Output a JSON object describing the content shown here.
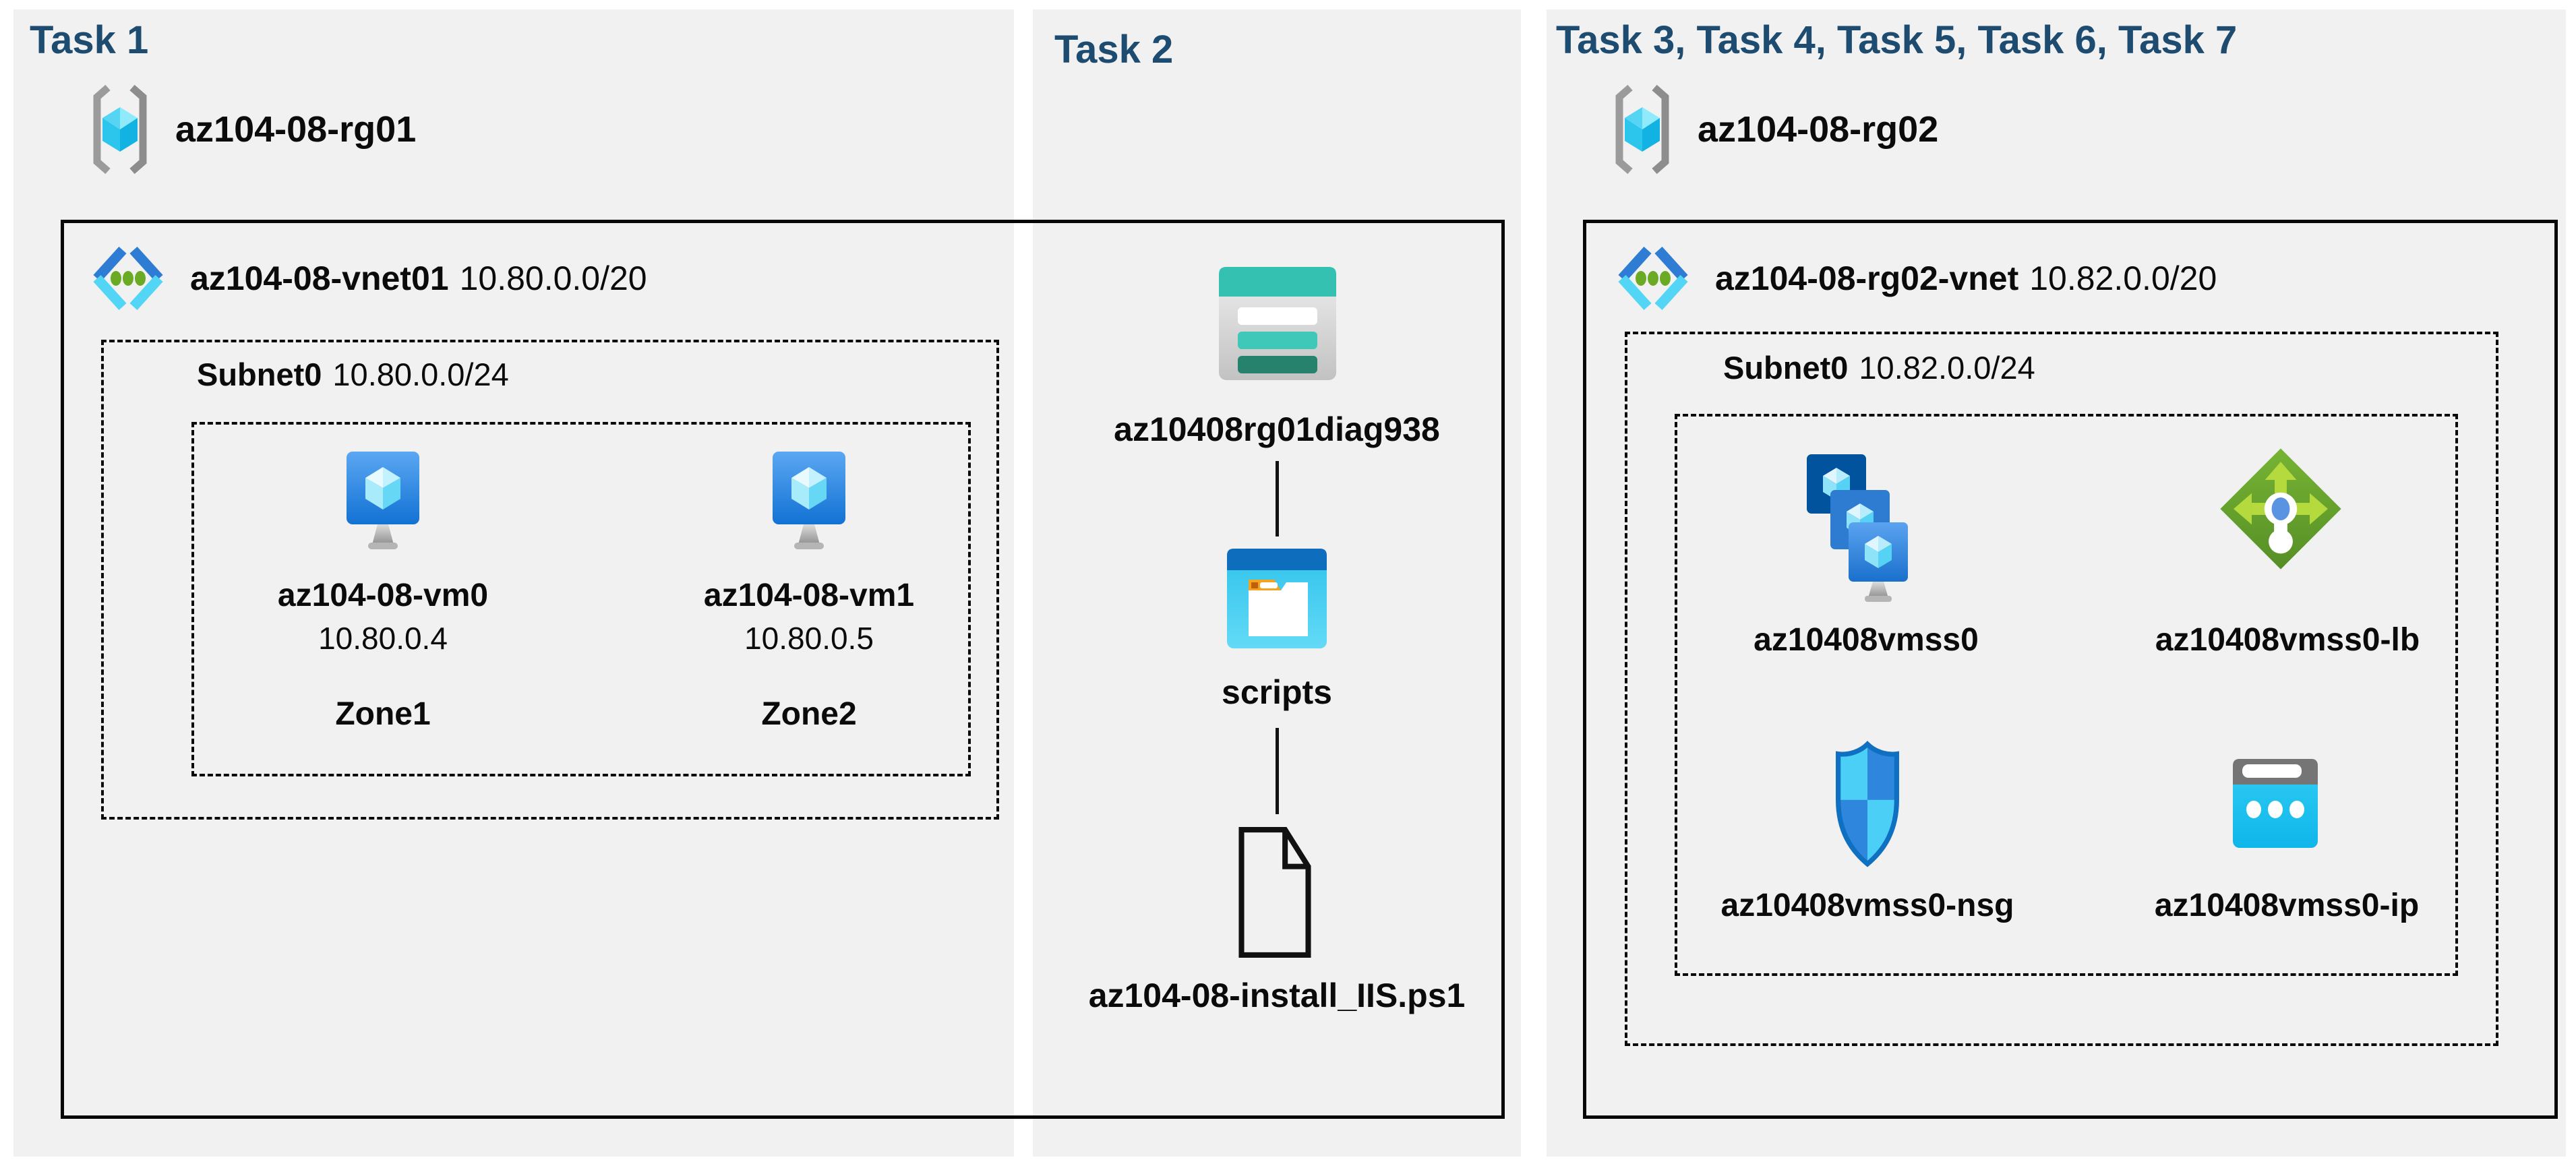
{
  "panels": {
    "task1": {
      "header": "Task 1",
      "resource_group": {
        "name": "az104-08-rg01"
      },
      "vnet": {
        "name": "az104-08-vnet01",
        "cidr": "10.80.0.0/20"
      },
      "subnet": {
        "name": "Subnet0",
        "cidr": "10.80.0.0/24"
      },
      "vms": [
        {
          "name": "az104-08-vm0",
          "ip": "10.80.0.4",
          "zone": "Zone1"
        },
        {
          "name": "az104-08-vm1",
          "ip": "10.80.0.5",
          "zone": "Zone2"
        }
      ]
    },
    "task2": {
      "header": "Task 2",
      "storage_account": {
        "name": "az10408rg01diag938"
      },
      "container": {
        "name": "scripts"
      },
      "file": {
        "name": "az104-08-install_IIS.ps1"
      }
    },
    "task3": {
      "header": "Task 3, Task 4, Task 5, Task 6, Task 7",
      "resource_group": {
        "name": "az104-08-rg02"
      },
      "vnet": {
        "name": "az104-08-rg02-vnet",
        "cidr": "10.82.0.0/20"
      },
      "subnet": {
        "name": "Subnet0",
        "cidr": "10.82.0.0/24"
      },
      "resources": [
        {
          "name": "az10408vmss0",
          "type": "vm-scale-set"
        },
        {
          "name": "az10408vmss0-lb",
          "type": "load-balancer"
        },
        {
          "name": "az10408vmss0-nsg",
          "type": "network-security-group"
        },
        {
          "name": "az10408vmss0-ip",
          "type": "public-ip"
        }
      ]
    }
  },
  "colors": {
    "header_text": "#1e4c70",
    "panel_background": "#f1f1f1",
    "border": "#0a0a0a"
  }
}
